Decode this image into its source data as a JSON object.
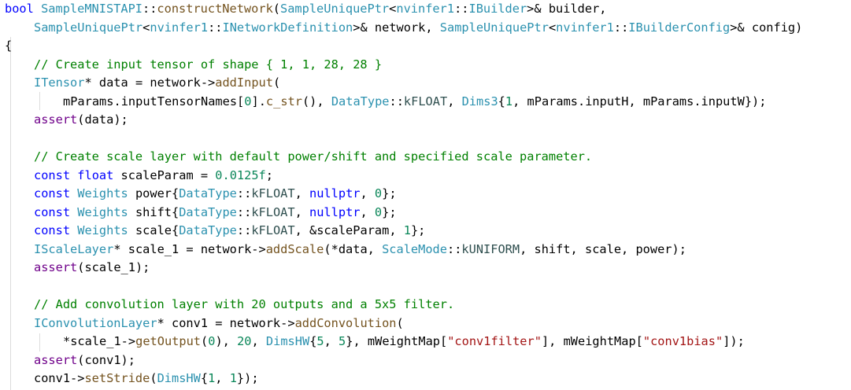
{
  "editor": {
    "colors": {
      "keyword": "#0000ff",
      "type": "#2b91af",
      "comment": "#008000",
      "string": "#a31515",
      "number": "#098658",
      "function": "#74531f",
      "plain": "#000000",
      "background": "#ffffff"
    },
    "lines": [
      {
        "indent": 0,
        "tokens": [
          {
            "t": "bool",
            "c": "kw"
          },
          {
            "t": " ",
            "c": "pl"
          },
          {
            "t": "SampleMNISTAPI",
            "c": "ty"
          },
          {
            "t": "::",
            "c": "pl"
          },
          {
            "t": "constructNetwork",
            "c": "fn"
          },
          {
            "t": "(",
            "c": "pl"
          },
          {
            "t": "SampleUniquePtr",
            "c": "ty"
          },
          {
            "t": "<",
            "c": "pl"
          },
          {
            "t": "nvinfer1",
            "c": "ns"
          },
          {
            "t": "::",
            "c": "pl"
          },
          {
            "t": "IBuilder",
            "c": "ty"
          },
          {
            "t": ">& ",
            "c": "pl"
          },
          {
            "t": "builder",
            "c": "pr"
          },
          {
            "t": ",",
            "c": "pl"
          }
        ]
      },
      {
        "indent": 1,
        "tokens": [
          {
            "t": "SampleUniquePtr",
            "c": "ty"
          },
          {
            "t": "<",
            "c": "pl"
          },
          {
            "t": "nvinfer1",
            "c": "ns"
          },
          {
            "t": "::",
            "c": "pl"
          },
          {
            "t": "INetworkDefinition",
            "c": "ty"
          },
          {
            "t": ">& ",
            "c": "pl"
          },
          {
            "t": "network",
            "c": "pr"
          },
          {
            "t": ", ",
            "c": "pl"
          },
          {
            "t": "SampleUniquePtr",
            "c": "ty"
          },
          {
            "t": "<",
            "c": "pl"
          },
          {
            "t": "nvinfer1",
            "c": "ns"
          },
          {
            "t": "::",
            "c": "pl"
          },
          {
            "t": "IBuilderConfig",
            "c": "ty"
          },
          {
            "t": ">& ",
            "c": "pl"
          },
          {
            "t": "config",
            "c": "pr"
          },
          {
            "t": ")",
            "c": "pl"
          }
        ]
      },
      {
        "indent": 0,
        "tokens": [
          {
            "t": "{",
            "c": "pl"
          }
        ]
      },
      {
        "indent": 1,
        "tokens": [
          {
            "t": "// Create input tensor of shape { 1, 1, 28, 28 }",
            "c": "cm"
          }
        ]
      },
      {
        "indent": 1,
        "tokens": [
          {
            "t": "ITensor",
            "c": "ty"
          },
          {
            "t": "* ",
            "c": "pl"
          },
          {
            "t": "data",
            "c": "pl"
          },
          {
            "t": " = ",
            "c": "pl"
          },
          {
            "t": "network",
            "c": "pr"
          },
          {
            "t": "->",
            "c": "pl"
          },
          {
            "t": "addInput",
            "c": "fn"
          },
          {
            "t": "(",
            "c": "pl"
          }
        ]
      },
      {
        "indent": 2,
        "tokens": [
          {
            "t": "mParams",
            "c": "pl"
          },
          {
            "t": ".",
            "c": "pl"
          },
          {
            "t": "inputTensorNames",
            "c": "pl"
          },
          {
            "t": "[",
            "c": "pl"
          },
          {
            "t": "0",
            "c": "nm"
          },
          {
            "t": "].",
            "c": "pl"
          },
          {
            "t": "c_str",
            "c": "fn"
          },
          {
            "t": "(), ",
            "c": "pl"
          },
          {
            "t": "DataType",
            "c": "ty"
          },
          {
            "t": "::",
            "c": "pl"
          },
          {
            "t": "kFLOAT",
            "c": "en"
          },
          {
            "t": ", ",
            "c": "pl"
          },
          {
            "t": "Dims3",
            "c": "ty"
          },
          {
            "t": "{",
            "c": "pl"
          },
          {
            "t": "1",
            "c": "nm"
          },
          {
            "t": ", mParams.inputH, mParams.inputW});",
            "c": "pl"
          }
        ]
      },
      {
        "indent": 1,
        "tokens": [
          {
            "t": "assert",
            "c": "ma"
          },
          {
            "t": "(data);",
            "c": "pl"
          }
        ]
      },
      {
        "indent": 0,
        "tokens": []
      },
      {
        "indent": 1,
        "tokens": [
          {
            "t": "// Create scale layer with default power/shift and specified scale parameter.",
            "c": "cm"
          }
        ]
      },
      {
        "indent": 1,
        "tokens": [
          {
            "t": "const",
            "c": "kw"
          },
          {
            "t": " ",
            "c": "pl"
          },
          {
            "t": "float",
            "c": "kw"
          },
          {
            "t": " scaleParam = ",
            "c": "pl"
          },
          {
            "t": "0.0125f",
            "c": "nm"
          },
          {
            "t": ";",
            "c": "pl"
          }
        ]
      },
      {
        "indent": 1,
        "tokens": [
          {
            "t": "const",
            "c": "kw"
          },
          {
            "t": " ",
            "c": "pl"
          },
          {
            "t": "Weights",
            "c": "ty"
          },
          {
            "t": " power{",
            "c": "pl"
          },
          {
            "t": "DataType",
            "c": "ty"
          },
          {
            "t": "::",
            "c": "pl"
          },
          {
            "t": "kFLOAT",
            "c": "en"
          },
          {
            "t": ", ",
            "c": "pl"
          },
          {
            "t": "nullptr",
            "c": "kw"
          },
          {
            "t": ", ",
            "c": "pl"
          },
          {
            "t": "0",
            "c": "nm"
          },
          {
            "t": "};",
            "c": "pl"
          }
        ]
      },
      {
        "indent": 1,
        "tokens": [
          {
            "t": "const",
            "c": "kw"
          },
          {
            "t": " ",
            "c": "pl"
          },
          {
            "t": "Weights",
            "c": "ty"
          },
          {
            "t": " shift{",
            "c": "pl"
          },
          {
            "t": "DataType",
            "c": "ty"
          },
          {
            "t": "::",
            "c": "pl"
          },
          {
            "t": "kFLOAT",
            "c": "en"
          },
          {
            "t": ", ",
            "c": "pl"
          },
          {
            "t": "nullptr",
            "c": "kw"
          },
          {
            "t": ", ",
            "c": "pl"
          },
          {
            "t": "0",
            "c": "nm"
          },
          {
            "t": "};",
            "c": "pl"
          }
        ]
      },
      {
        "indent": 1,
        "tokens": [
          {
            "t": "const",
            "c": "kw"
          },
          {
            "t": " ",
            "c": "pl"
          },
          {
            "t": "Weights",
            "c": "ty"
          },
          {
            "t": " scale{",
            "c": "pl"
          },
          {
            "t": "DataType",
            "c": "ty"
          },
          {
            "t": "::",
            "c": "pl"
          },
          {
            "t": "kFLOAT",
            "c": "en"
          },
          {
            "t": ", &scaleParam, ",
            "c": "pl"
          },
          {
            "t": "1",
            "c": "nm"
          },
          {
            "t": "};",
            "c": "pl"
          }
        ]
      },
      {
        "indent": 1,
        "tokens": [
          {
            "t": "IScaleLayer",
            "c": "ty"
          },
          {
            "t": "* scale_1 = ",
            "c": "pl"
          },
          {
            "t": "network",
            "c": "pr"
          },
          {
            "t": "->",
            "c": "pl"
          },
          {
            "t": "addScale",
            "c": "fn"
          },
          {
            "t": "(*data, ",
            "c": "pl"
          },
          {
            "t": "ScaleMode",
            "c": "ty"
          },
          {
            "t": "::",
            "c": "pl"
          },
          {
            "t": "kUNIFORM",
            "c": "en"
          },
          {
            "t": ", shift, scale, power);",
            "c": "pl"
          }
        ]
      },
      {
        "indent": 1,
        "tokens": [
          {
            "t": "assert",
            "c": "ma"
          },
          {
            "t": "(scale_1);",
            "c": "pl"
          }
        ]
      },
      {
        "indent": 0,
        "tokens": []
      },
      {
        "indent": 1,
        "tokens": [
          {
            "t": "// Add convolution layer with 20 outputs and a 5x5 filter.",
            "c": "cm"
          }
        ]
      },
      {
        "indent": 1,
        "tokens": [
          {
            "t": "IConvolutionLayer",
            "c": "ty"
          },
          {
            "t": "* conv1 = ",
            "c": "pl"
          },
          {
            "t": "network",
            "c": "pr"
          },
          {
            "t": "->",
            "c": "pl"
          },
          {
            "t": "addConvolution",
            "c": "fn"
          },
          {
            "t": "(",
            "c": "pl"
          }
        ]
      },
      {
        "indent": 2,
        "tokens": [
          {
            "t": "*scale_1->",
            "c": "pl"
          },
          {
            "t": "getOutput",
            "c": "fn"
          },
          {
            "t": "(",
            "c": "pl"
          },
          {
            "t": "0",
            "c": "nm"
          },
          {
            "t": "), ",
            "c": "pl"
          },
          {
            "t": "20",
            "c": "nm"
          },
          {
            "t": ", ",
            "c": "pl"
          },
          {
            "t": "DimsHW",
            "c": "ty"
          },
          {
            "t": "{",
            "c": "pl"
          },
          {
            "t": "5",
            "c": "nm"
          },
          {
            "t": ", ",
            "c": "pl"
          },
          {
            "t": "5",
            "c": "nm"
          },
          {
            "t": "}, mWeightMap[",
            "c": "pl"
          },
          {
            "t": "\"conv1filter\"",
            "c": "st"
          },
          {
            "t": "], mWeightMap[",
            "c": "pl"
          },
          {
            "t": "\"conv1bias\"",
            "c": "st"
          },
          {
            "t": "]);",
            "c": "pl"
          }
        ]
      },
      {
        "indent": 1,
        "tokens": [
          {
            "t": "assert",
            "c": "ma"
          },
          {
            "t": "(conv1);",
            "c": "pl"
          }
        ]
      },
      {
        "indent": 1,
        "tokens": [
          {
            "t": "conv1->",
            "c": "pl"
          },
          {
            "t": "setStride",
            "c": "fn"
          },
          {
            "t": "(",
            "c": "pl"
          },
          {
            "t": "DimsHW",
            "c": "ty"
          },
          {
            "t": "{",
            "c": "pl"
          },
          {
            "t": "1",
            "c": "nm"
          },
          {
            "t": ", ",
            "c": "pl"
          },
          {
            "t": "1",
            "c": "nm"
          },
          {
            "t": "});",
            "c": "pl"
          }
        ]
      }
    ]
  }
}
